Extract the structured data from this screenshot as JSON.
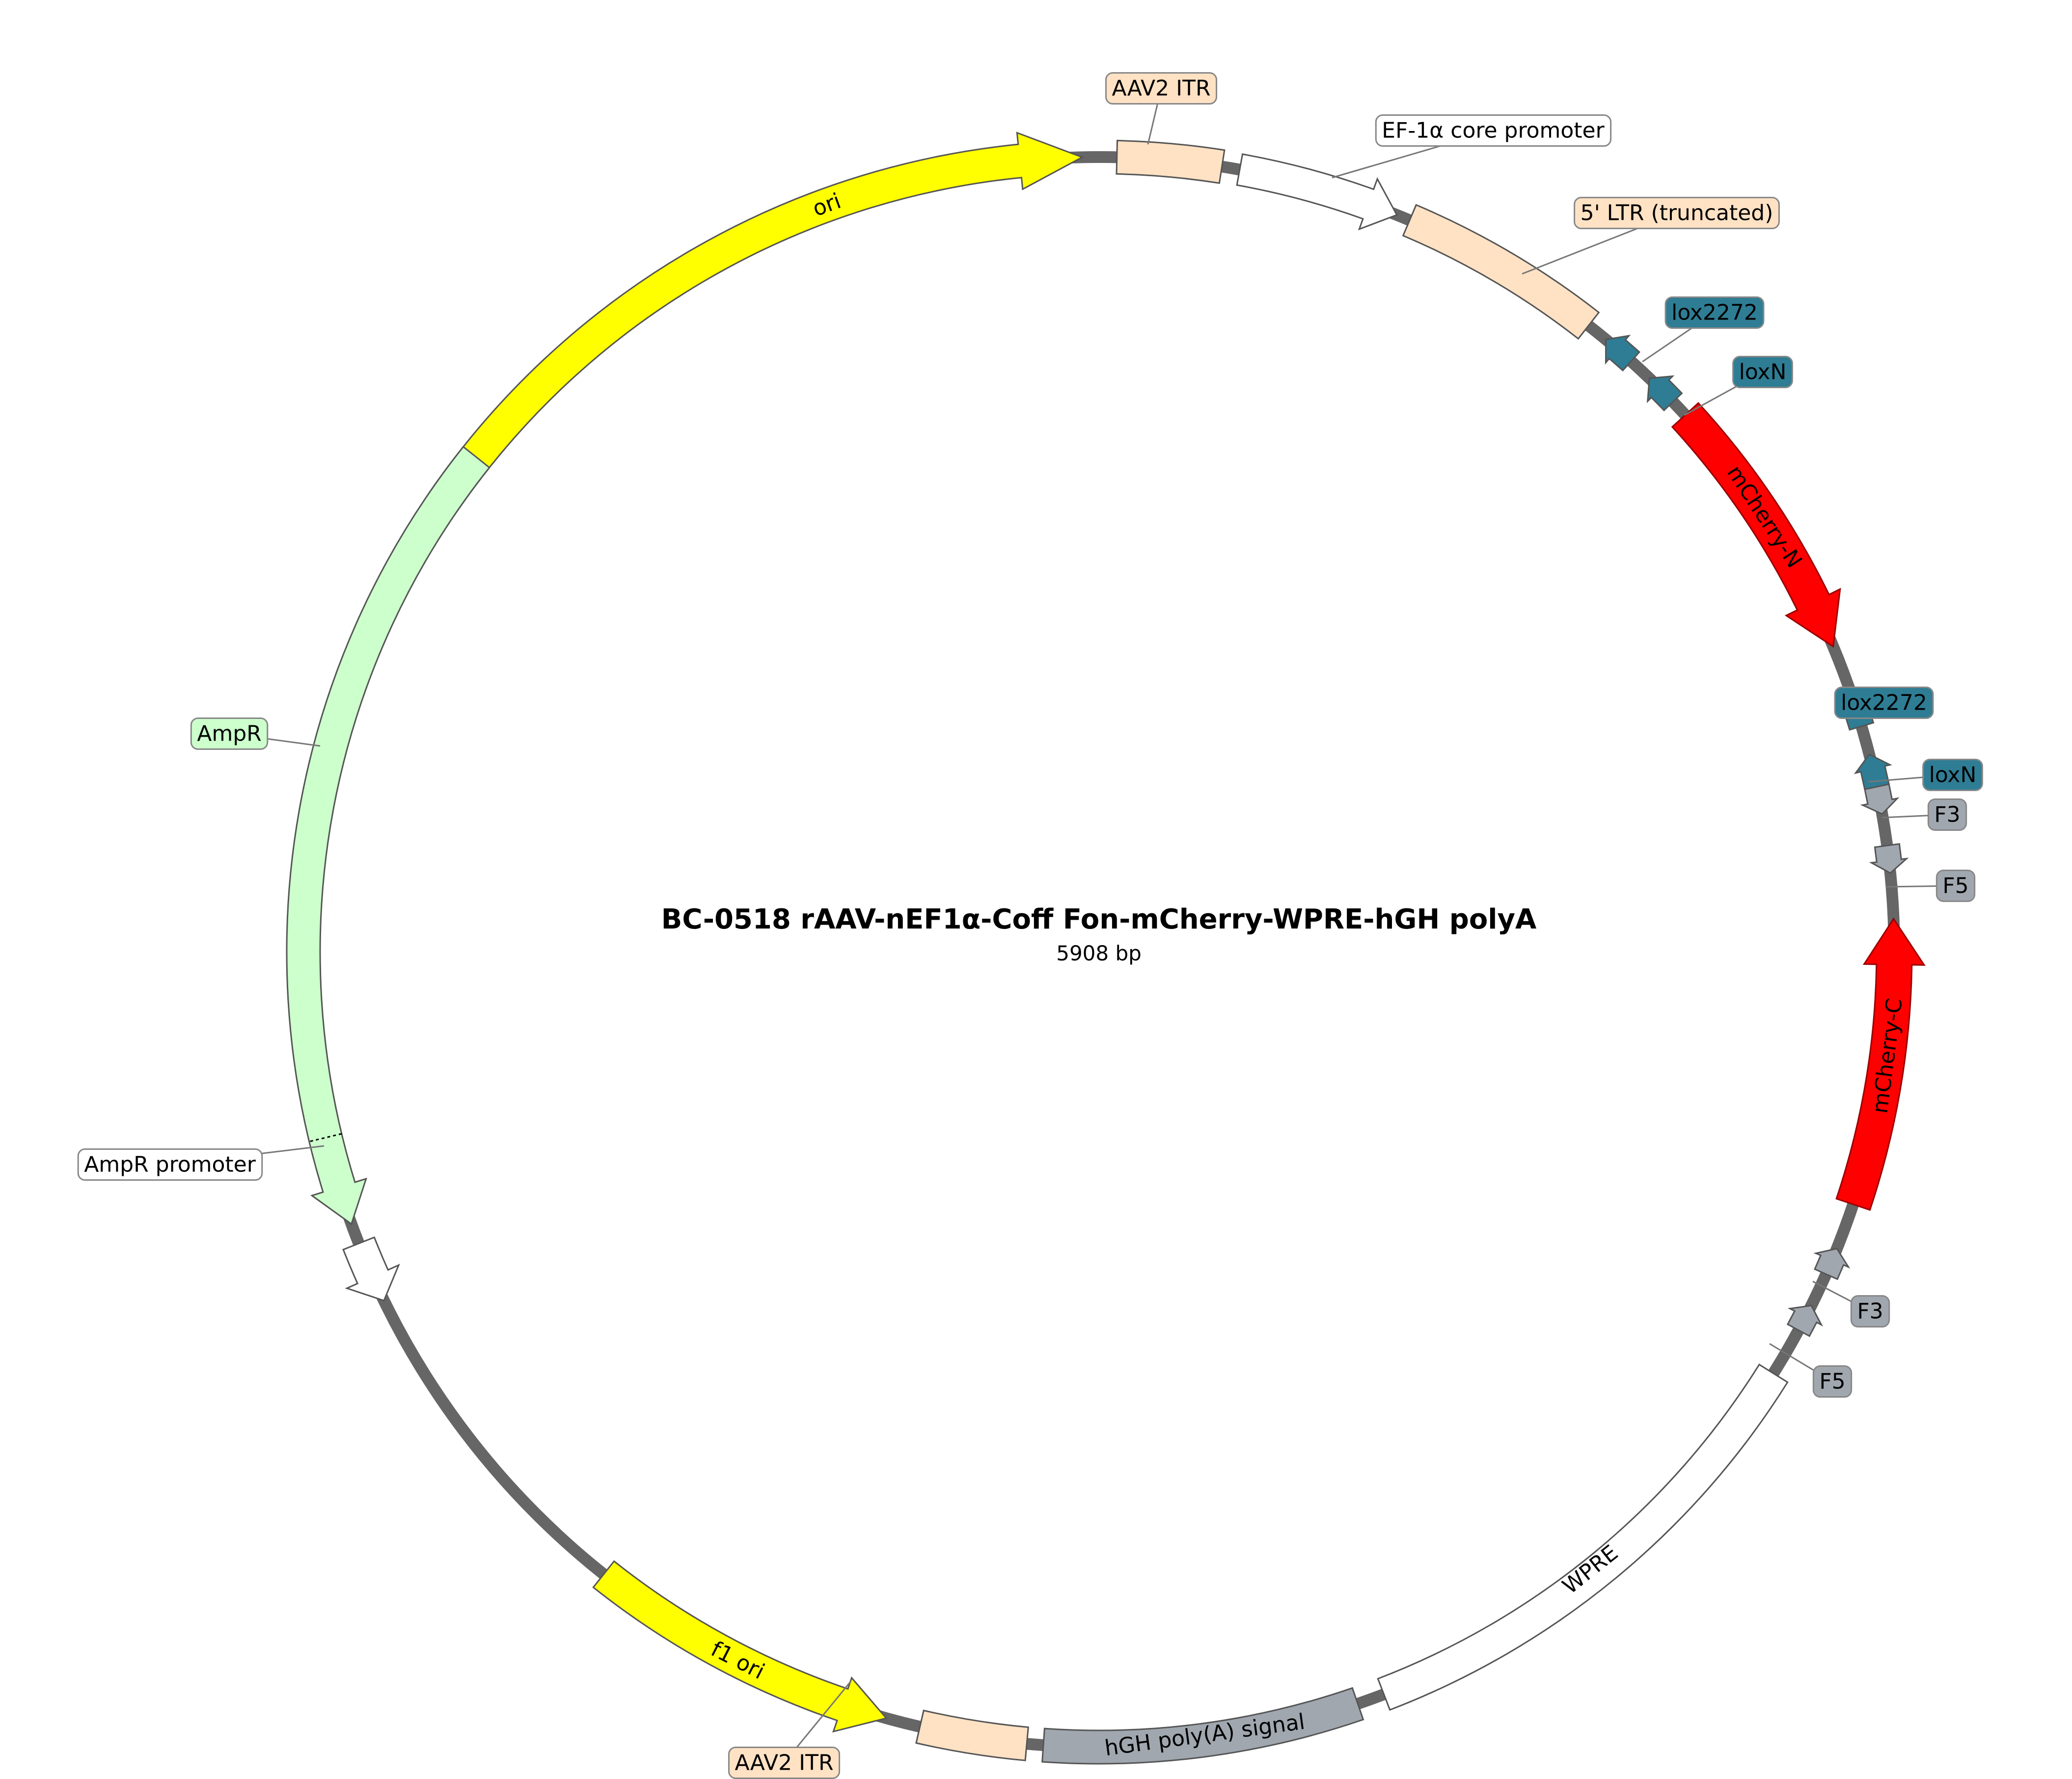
{
  "title": "BC-0518  rAAV-nEF1α-Coff Fon-mCherry-WPRE-hGH polyA",
  "length": "5908 bp",
  "colors": {
    "backbone": "#666666",
    "itr": "#FFE2C4",
    "ori": "#FFFF00",
    "ampr": "#CCFFCC",
    "promoter": "#FFFFFF",
    "lox": "#2E7D94",
    "frt": "#A0A7AF",
    "mcherry": "#FF0000",
    "polyA": "#A0A7AF"
  },
  "features": [
    {
      "name": "ori",
      "type": "arrow",
      "strand": 1,
      "color": "#FFFF00",
      "label": "ori",
      "label_inside": true,
      "text_color": "#000000"
    },
    {
      "name": "aav2-itr-top",
      "type": "box",
      "color": "#FFE2C4",
      "label": "AAV2 ITR"
    },
    {
      "name": "ef1a-core-promoter",
      "type": "arrow",
      "strand": 1,
      "color": "#FFFFFF",
      "label": "EF-1α core promoter"
    },
    {
      "name": "5-ltr-truncated",
      "type": "box",
      "color": "#FFE2C4",
      "label": "5' LTR (truncated)"
    },
    {
      "name": "lox2272-1",
      "type": "site",
      "strand": -1,
      "color": "#2E7D94",
      "label": "lox2272"
    },
    {
      "name": "loxn-1",
      "type": "site",
      "strand": -1,
      "color": "#2E7D94",
      "label": "loxN"
    },
    {
      "name": "mcherry-n",
      "type": "arrow",
      "strand": 1,
      "color": "#FF0000",
      "label": "mCherry-N",
      "label_inside": true,
      "text_color": "#FFFFFF"
    },
    {
      "name": "lox2272-2",
      "type": "site",
      "strand": -1,
      "color": "#2E7D94",
      "label": "lox2272"
    },
    {
      "name": "loxn-2",
      "type": "site",
      "strand": -1,
      "color": "#2E7D94",
      "label": "loxN"
    },
    {
      "name": "f3-1",
      "type": "site",
      "strand": 1,
      "color": "#A0A7AF",
      "label": "F3"
    },
    {
      "name": "f5-1",
      "type": "site",
      "strand": 1,
      "color": "#A0A7AF",
      "label": "F5"
    },
    {
      "name": "mcherry-c",
      "type": "arrow",
      "strand": -1,
      "color": "#FF0000",
      "label": "mCherry-C",
      "label_inside": true,
      "text_color": "#FFFFFF"
    },
    {
      "name": "f3-2",
      "type": "site",
      "strand": -1,
      "color": "#A0A7AF",
      "label": "F3"
    },
    {
      "name": "f5-2",
      "type": "site",
      "strand": -1,
      "color": "#A0A7AF",
      "label": "F5"
    },
    {
      "name": "wpre",
      "type": "box",
      "color": "#FFFFFF",
      "label": "WPRE",
      "label_inside": true,
      "text_color": "#000000"
    },
    {
      "name": "hgh-polya",
      "type": "box",
      "color": "#A0A7AF",
      "label": "hGH poly(A) signal",
      "label_inside": true,
      "text_color": "#000000"
    },
    {
      "name": "aav2-itr-bottom",
      "type": "box",
      "color": "#FFE2C4",
      "label": "AAV2 ITR"
    },
    {
      "name": "f1-ori",
      "type": "arrow",
      "strand": -1,
      "color": "#FFFF00",
      "label": "f1 ori",
      "label_inside": true,
      "text_color": "#000000"
    },
    {
      "name": "ampr-promoter",
      "type": "arrow",
      "strand": -1,
      "color": "#FFFFFF",
      "label": "AmpR promoter"
    },
    {
      "name": "ampr",
      "type": "arrow",
      "strand": -1,
      "color": "#CCFFCC",
      "label": "AmpR"
    }
  ]
}
